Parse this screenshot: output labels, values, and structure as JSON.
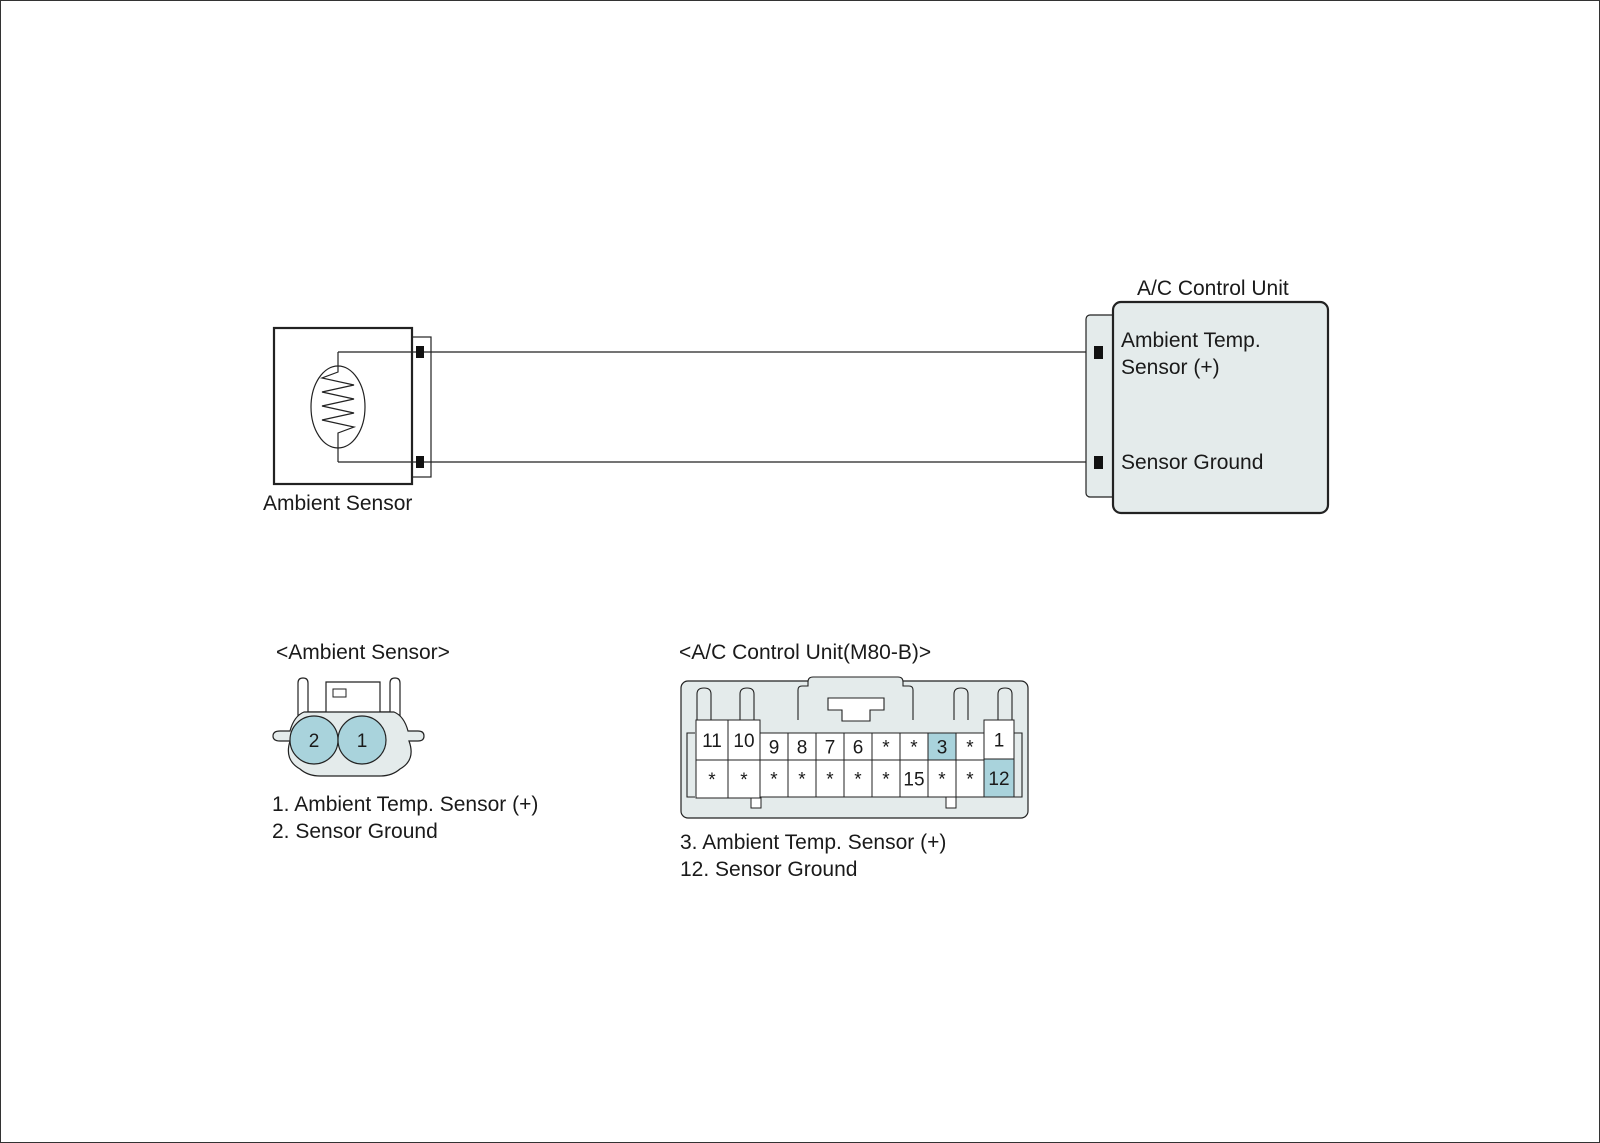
{
  "wiring": {
    "sensor_label": "Ambient Sensor",
    "unit_title": "A/C Control Unit",
    "unit_pin_1_line1": "Ambient Temp.",
    "unit_pin_1_line2": "Sensor (+)",
    "unit_pin_2": "Sensor Ground"
  },
  "sensor_connector": {
    "title": "<Ambient Sensor>",
    "pins": [
      "2",
      "1"
    ],
    "legend": [
      "1. Ambient Temp. Sensor (+)",
      "2. Sensor Ground"
    ]
  },
  "unit_connector": {
    "title": "<A/C Control Unit(M80-B)>",
    "top_row": [
      "11",
      "10",
      "9",
      "8",
      "7",
      "6",
      "*",
      "*",
      "3",
      "*",
      "1"
    ],
    "bottom_row": [
      "*",
      "*",
      "*",
      "*",
      "*",
      "*",
      "*",
      "15",
      "*",
      "*",
      "12"
    ],
    "legend": [
      "3. Ambient Temp. Sensor (+)",
      "12. Sensor Ground"
    ]
  },
  "colors": {
    "highlight": "#a9d3dc",
    "fill": "#e4ebeb",
    "line": "#222222"
  }
}
